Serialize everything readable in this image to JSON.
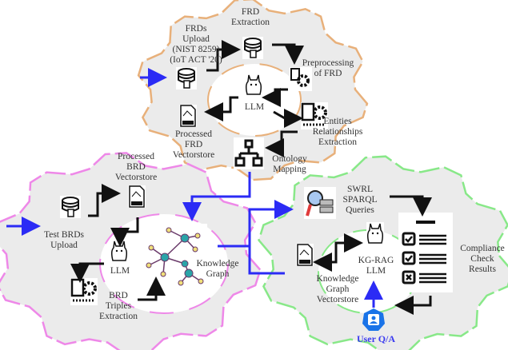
{
  "colors": {
    "top_gear": "#e8b07a",
    "left_gear": "#ee88e8",
    "right_gear": "#88e888",
    "gear_fill": "#ebebeb",
    "flow_arrow": "#111111",
    "input_arrow": "#2b2bf5"
  },
  "top_gear": {
    "frds_upload": "FRDs\nUpload\n(NIST 8259)\n(IoT ACT '20)",
    "frd_extraction": "FRD\nExtraction",
    "preprocessing": "Preprocessing\nof FRD",
    "llm": "LLM",
    "processed_frd": "Processed\nFRD\nVectorstore",
    "entities": "Entities\nRelationships\nExtraction",
    "ontology": "Ontology\nMapping"
  },
  "left_gear": {
    "processed_brd": "Processed\nBRD\nVectorstore",
    "test_brds": "Test BRDs\nUpload",
    "llm": "LLM",
    "knowledge_graph": "Knowledge\nGraph",
    "brd_triples": "BRD\nTriples\nExtraction"
  },
  "right_gear": {
    "queries": "SWRL\nSPARQL\nQueries",
    "kg_rag_llm": "KG-RAG\nLLM",
    "kg_vectorstore": "Knowledge\nGraph\nVectorstore",
    "compliance": "Compliance\nCheck\nResults",
    "user": "User Q/A"
  },
  "icons": [
    "database-upload-icon",
    "database-extract-icon",
    "preprocess-gear-icon",
    "llama-icon",
    "svg-file-icon",
    "document-gear-icon",
    "hierarchy-icon",
    "knowledge-graph-icon",
    "query-server-icon",
    "checklist-icon",
    "user-icon"
  ]
}
